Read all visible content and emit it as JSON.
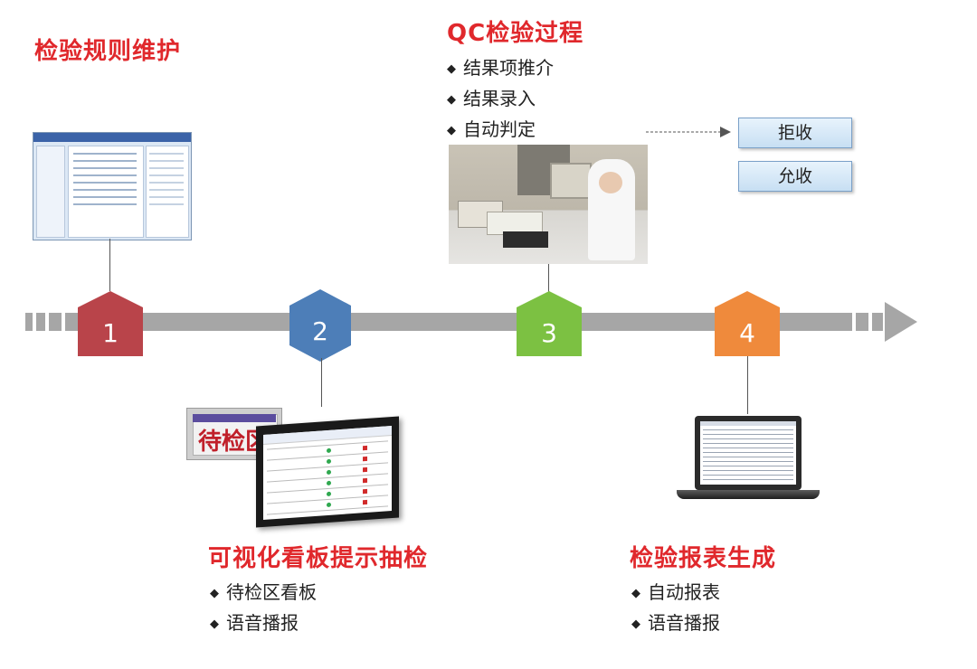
{
  "step1": {
    "title": "检验规则维护",
    "number": "1",
    "color": "#b9444a"
  },
  "step2": {
    "title": "可视化看板提示抽检",
    "number": "2",
    "color": "#4d7eb8",
    "bullets": [
      "待检区看板",
      "语音播报"
    ],
    "sign_text": "待检区"
  },
  "step3": {
    "title": "QC检验过程",
    "number": "3",
    "color": "#7cc142",
    "bullets": [
      "结果项推介",
      "结果录入",
      "自动判定"
    ],
    "buttons": [
      "拒收",
      "允收"
    ]
  },
  "step4": {
    "title": "检验报表生成",
    "number": "4",
    "color": "#ef8a3c",
    "bullets": [
      "自动报表",
      "语音播报"
    ]
  },
  "timeline_color": "#a6a6a6",
  "icons": [
    "diamond-bullet-icon",
    "arrow-right-icon"
  ]
}
